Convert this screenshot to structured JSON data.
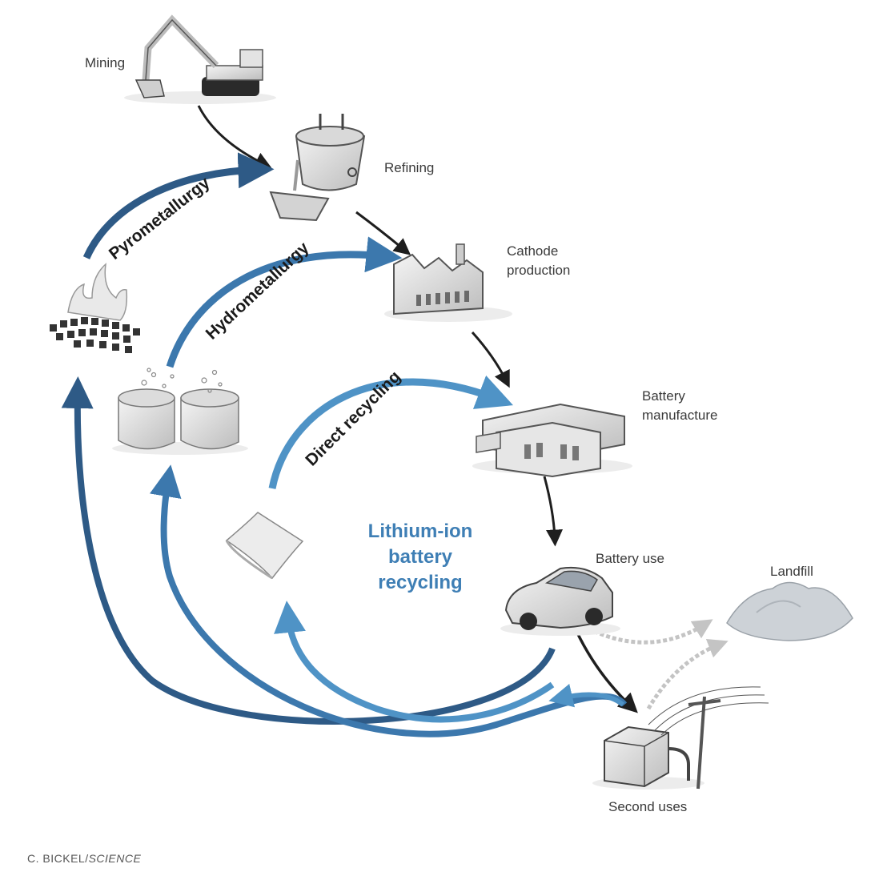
{
  "stages": {
    "mining": "Mining",
    "refining": "Refining",
    "cathode_line1": "Cathode",
    "cathode_line2": "production",
    "battery_manufacture_line1": "Battery",
    "battery_manufacture_line2": "manufacture",
    "battery_use": "Battery use",
    "landfill": "Landfill",
    "second_uses": "Second uses"
  },
  "processes": {
    "pyrometallurgy": "Pyrometallurgy",
    "hydrometallurgy": "Hydrometallurgy",
    "direct_recycling": "Direct recycling"
  },
  "center_title": {
    "line1": "Lithium-ion",
    "line2": "battery",
    "line3": "recycling"
  },
  "credit": {
    "author": "C. BICKEL/",
    "publication": "SCIENCE"
  },
  "icons": [
    "excavator-icon",
    "ladle-icon",
    "factory-icon",
    "battery-plant-icon",
    "car-icon",
    "landfill-icon",
    "transformer-icon",
    "fire-icon",
    "tanks-icon",
    "foil-sheet-icon"
  ],
  "colors": {
    "pyro_arrow": "#2e5a86",
    "hydro_arrow": "#3c78ad",
    "direct_arrow": "#4f93c6",
    "supply_chain_arrow": "#1e1e1e",
    "landfill_arrow": "#bdbdbd",
    "center_title": "#3f7fb5"
  }
}
